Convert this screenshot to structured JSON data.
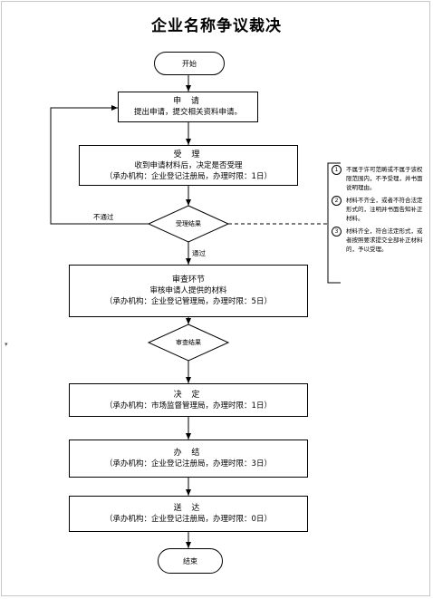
{
  "title": "企业名称争议裁决",
  "nodes": {
    "start": "开始",
    "apply": {
      "head": "申 请",
      "body": "提出申请，提交相关资料申请。"
    },
    "accept": {
      "head": "受 理",
      "line1": "收到申请材料后，决定是否受理",
      "line2": "（承办机构：企业登记注册局，办理时限：1日）"
    },
    "accept_result": "受理结果",
    "review": {
      "head": "审查环节",
      "line1": "审核申请人提供的材料",
      "line2": "（承办机构：企业登记管理局，办理时限：5日）"
    },
    "review_result": "审查结果",
    "decide": {
      "head": "决 定",
      "line2": "（承办机构：市场监督管理局，办理时限：1日）"
    },
    "conclude": {
      "head": "办 结",
      "line2": "（承办机构：企业登记注册局，办理时限：3日）"
    },
    "deliver": {
      "head": "送 达",
      "line2": "（承办机构：企业登记注册局，办理时限：0日）"
    },
    "end": "结束"
  },
  "edges": {
    "not_passed": "不通过",
    "passed": "通过"
  },
  "notes": [
    {
      "num": "1",
      "text": "不属于许可范畴或不属于该权限范围内，不予受理，并书面说明理由。"
    },
    {
      "num": "2",
      "text": "材料不齐全，或者不符合法定形式的，注明并书面告知补正材料。"
    },
    {
      "num": "3",
      "text": "材料齐全，符合法定形式，或者按照要求提交全部补正材料的，予以受理。"
    }
  ],
  "margin_mark": "▾"
}
